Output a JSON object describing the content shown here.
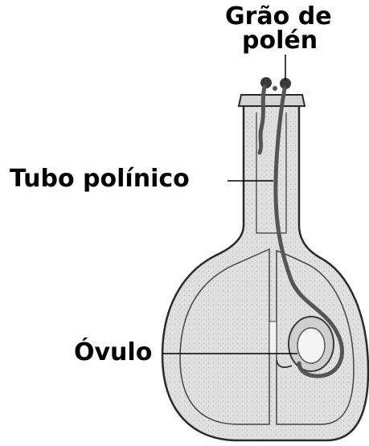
{
  "labels": {
    "pollen_grain_line1": "Grão de",
    "pollen_grain_line2": "polén",
    "pollen_tube": "Tubo polínico",
    "ovule": "Óvulo"
  },
  "colors": {
    "ovary_fill": "#e0e0e0",
    "stipple": "#b8b8b8",
    "outline": "#2a2a2a",
    "tube_stroke": "#555555",
    "label_text": "#000000",
    "leader_line": "#000000"
  }
}
